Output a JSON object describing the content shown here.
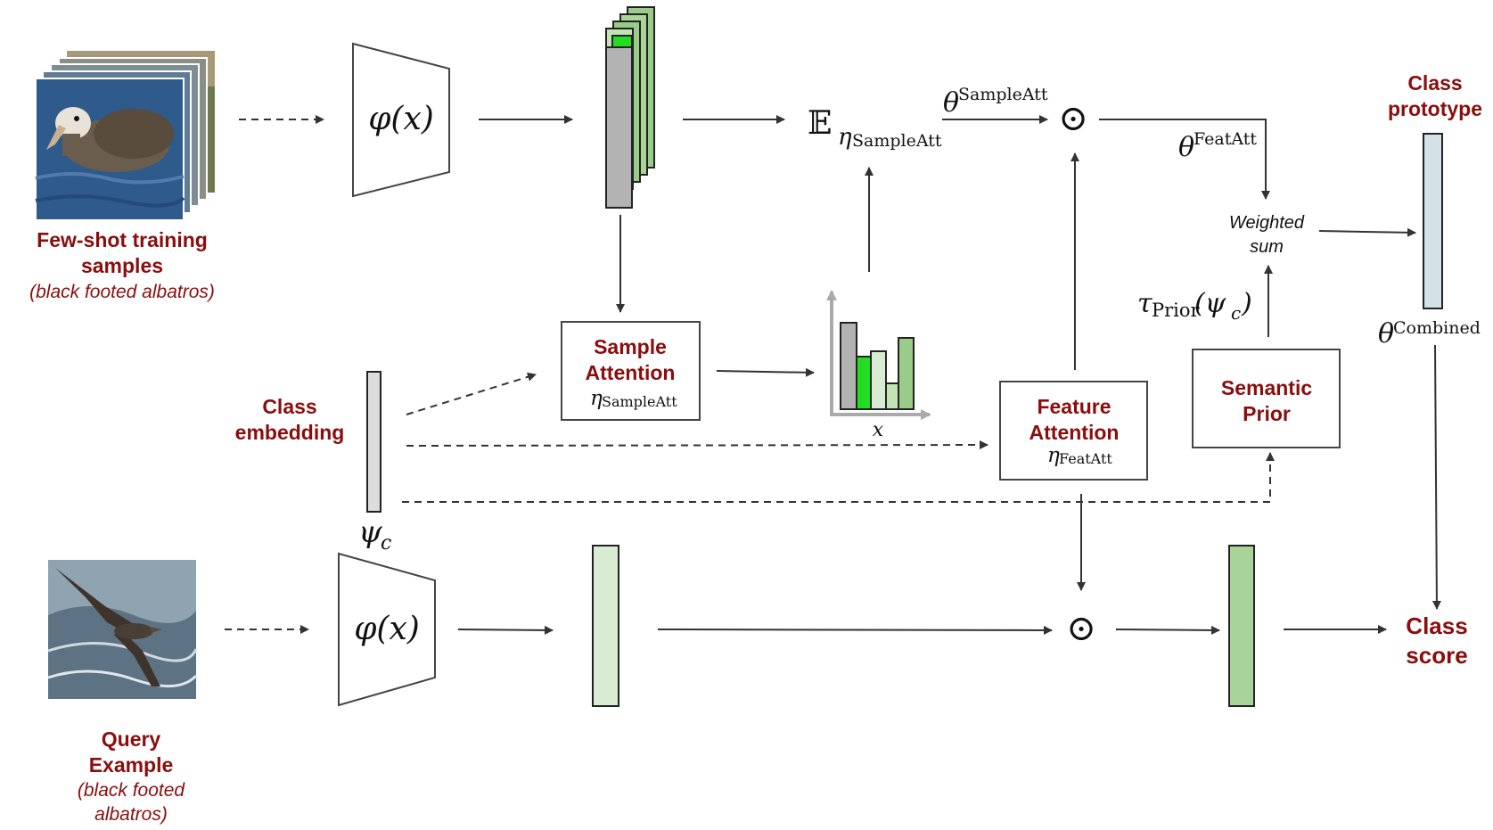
{
  "labels": {
    "fewshot_line1": "Few-shot training",
    "fewshot_line2": "samples",
    "fewshot_sub": "(black footed albatros)",
    "class_embedding_line1": "Class",
    "class_embedding_line2": "embedding",
    "query_line1": "Query",
    "query_line2": "Example",
    "query_sub_line1": "(black footed",
    "query_sub_line2": "albatros)",
    "class_prototype_line1": "Class",
    "class_prototype_line2": "prototype",
    "class_score_line1": "Class",
    "class_score_line2": "score"
  },
  "boxes": {
    "sample_attention_line1": "Sample",
    "sample_attention_line2": "Attention",
    "sample_attention_sym": "η",
    "sample_attention_sub": "SampleAtt",
    "feature_attention_line1": "Feature",
    "feature_attention_line2": "Attention",
    "feature_attention_sym": "η",
    "feature_attention_sub": "FeatAtt",
    "semantic_prior_line1": "Semantic",
    "semantic_prior_line2": "Prior"
  },
  "math": {
    "encoder_top": "φ(x)",
    "encoder_bottom": "φ(x)",
    "expectation_sym": "𝔼",
    "expectation_eta": "η",
    "expectation_sub": "SampleAtt",
    "theta": "θ",
    "theta_sample_sup": "SampleAtt",
    "theta_feat_sup": "FeatAtt",
    "theta_combined_sup": "Combined",
    "tau": "τ",
    "tau_sub": "Prior",
    "tau_arg": "(ψ",
    "tau_arg_sub": "c",
    "tau_close": ")",
    "psi": "ψ",
    "psi_sub": "c",
    "odot_top": "⊙",
    "odot_bottom": "⊙",
    "hist_axis": "x",
    "weighted_line1": "Weighted",
    "weighted_line2": "sum"
  },
  "colors": {
    "accent_red": "#8b0d0d",
    "gray_bar": "#b3b3b3",
    "bright_green": "#22dd22",
    "mid_green": "#99cc88",
    "light_green": "#d8ecd4",
    "prototype_blue": "#d2e2e6"
  }
}
